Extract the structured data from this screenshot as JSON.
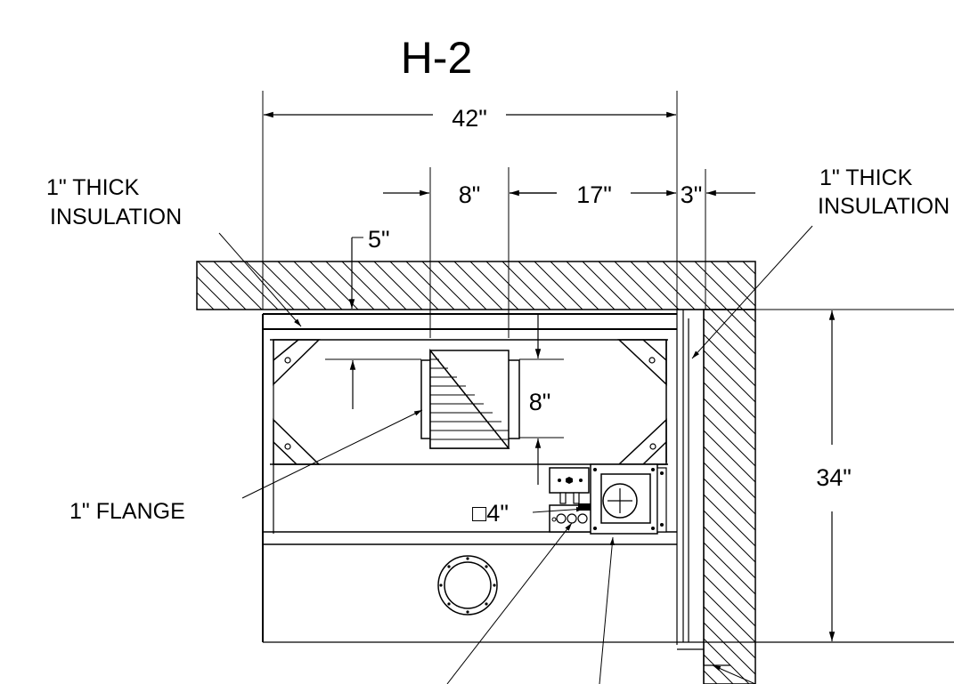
{
  "drawing": {
    "title": "H-2",
    "dimensions": {
      "overall_width": "42\"",
      "duct_width": "8\"",
      "offset_17": "17\"",
      "insulation_gap": "3\"",
      "gap_5": "5\"",
      "duct_height": "8\"",
      "overall_height": "34\"",
      "box_size": "□4\""
    },
    "labels": {
      "left_insulation_line1": "1\" THICK",
      "left_insulation_line2": "INSULATION",
      "right_insulation_line1": "1\" THICK",
      "right_insulation_line2": "INSULATION",
      "flange": "1\" FLANGE"
    }
  }
}
